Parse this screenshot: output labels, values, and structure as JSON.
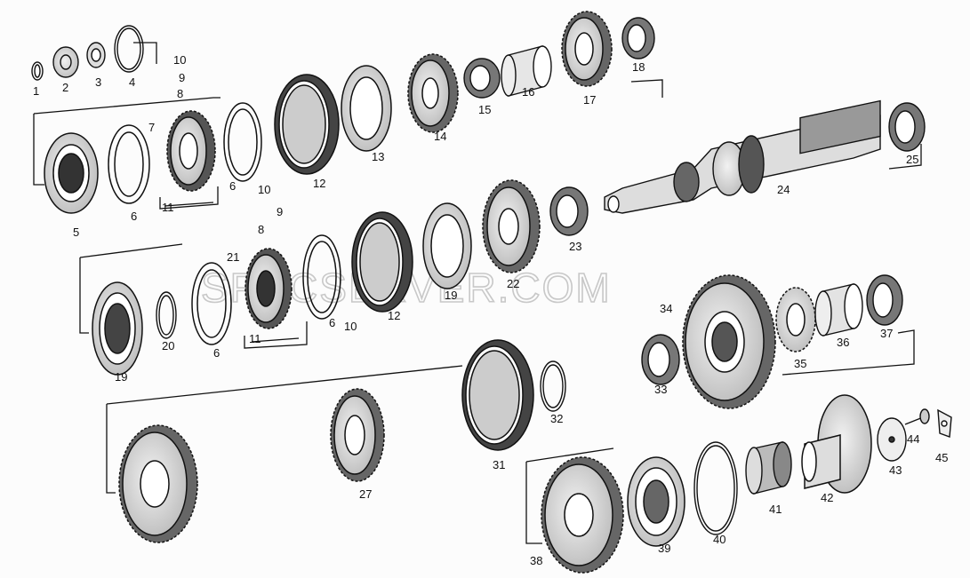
{
  "diagram": {
    "watermark": "SPECSERVER.COM",
    "callouts": [
      {
        "id": "c1",
        "text": "1"
      },
      {
        "id": "c2",
        "text": "2"
      },
      {
        "id": "c3",
        "text": "3"
      },
      {
        "id": "c4",
        "text": "4"
      },
      {
        "id": "c5",
        "text": "5"
      },
      {
        "id": "c6a",
        "text": "6"
      },
      {
        "id": "c7",
        "text": "7"
      },
      {
        "id": "c8a",
        "text": "8"
      },
      {
        "id": "c9a",
        "text": "9"
      },
      {
        "id": "c10a",
        "text": "10"
      },
      {
        "id": "c11a",
        "text": "11"
      },
      {
        "id": "c6b",
        "text": "6"
      },
      {
        "id": "c12a",
        "text": "12"
      },
      {
        "id": "c13",
        "text": "13"
      },
      {
        "id": "c14",
        "text": "14"
      },
      {
        "id": "c15",
        "text": "15"
      },
      {
        "id": "c16",
        "text": "16"
      },
      {
        "id": "c17",
        "text": "17"
      },
      {
        "id": "c18",
        "text": "18"
      },
      {
        "id": "c25",
        "text": "25"
      },
      {
        "id": "c24",
        "text": "24"
      },
      {
        "id": "c10b",
        "text": "10"
      },
      {
        "id": "c9b",
        "text": "9"
      },
      {
        "id": "c8b",
        "text": "8"
      },
      {
        "id": "c21",
        "text": "21"
      },
      {
        "id": "c23",
        "text": "23"
      },
      {
        "id": "c22",
        "text": "22"
      },
      {
        "id": "c19b",
        "text": "19"
      },
      {
        "id": "c12b",
        "text": "12"
      },
      {
        "id": "c6c",
        "text": "6"
      },
      {
        "id": "c10c",
        "text": "10"
      },
      {
        "id": "c11b",
        "text": "11"
      },
      {
        "id": "c6d",
        "text": "6"
      },
      {
        "id": "c20",
        "text": "20"
      },
      {
        "id": "c19a",
        "text": "19"
      },
      {
        "id": "c34",
        "text": "34"
      },
      {
        "id": "c35",
        "text": "35"
      },
      {
        "id": "c36",
        "text": "36"
      },
      {
        "id": "c37",
        "text": "37"
      },
      {
        "id": "c33",
        "text": "33"
      },
      {
        "id": "c32",
        "text": "32"
      },
      {
        "id": "c31",
        "text": "31"
      },
      {
        "id": "c27",
        "text": "27"
      },
      {
        "id": "c44",
        "text": "44"
      },
      {
        "id": "c45",
        "text": "45"
      },
      {
        "id": "c43",
        "text": "43"
      },
      {
        "id": "c42",
        "text": "42"
      },
      {
        "id": "c41",
        "text": "41"
      },
      {
        "id": "c40",
        "text": "40"
      },
      {
        "id": "c39",
        "text": "39"
      },
      {
        "id": "c38",
        "text": "38"
      }
    ]
  }
}
